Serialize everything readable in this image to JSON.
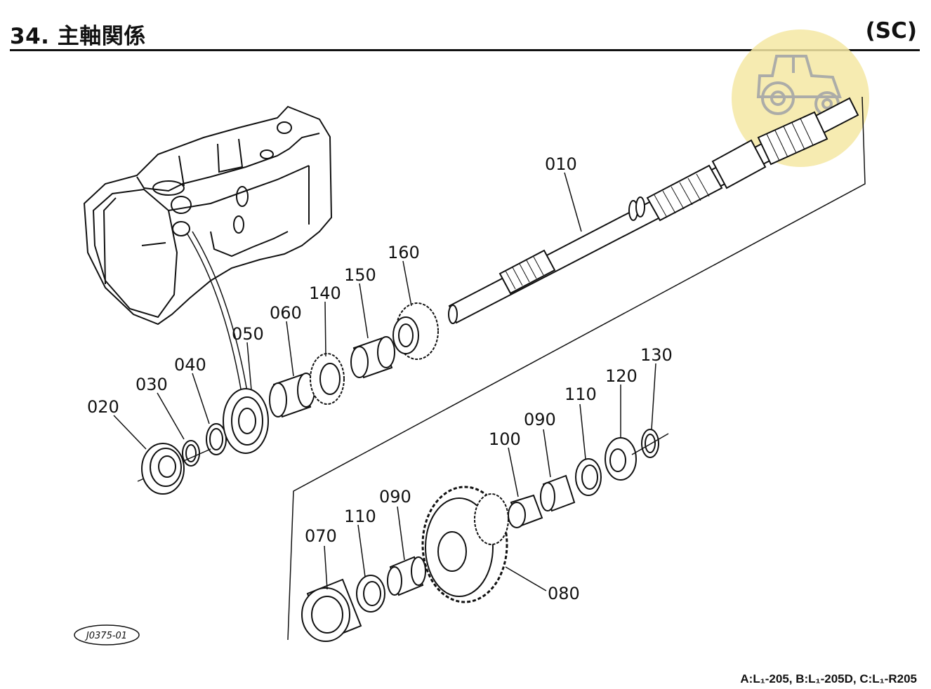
{
  "header": {
    "title": "34. 主軸関係",
    "section_code": "(SC)"
  },
  "diagram": {
    "parts": [
      {
        "no": "010"
      },
      {
        "no": "020"
      },
      {
        "no": "030"
      },
      {
        "no": "040"
      },
      {
        "no": "050"
      },
      {
        "no": "060"
      },
      {
        "no": "140"
      },
      {
        "no": "150"
      },
      {
        "no": "160"
      },
      {
        "no": "070"
      },
      {
        "no": "110"
      },
      {
        "no": "090"
      },
      {
        "no": "080"
      },
      {
        "no": "100"
      },
      {
        "no": "090"
      },
      {
        "no": "110"
      },
      {
        "no": "120"
      },
      {
        "no": "130"
      }
    ],
    "ref_code": "J0375-01",
    "watermark_icon": "tractor-logo-icon"
  },
  "footer": {
    "models": "A:L₁-205, B:L₁-205D, C:L₁-R205"
  }
}
